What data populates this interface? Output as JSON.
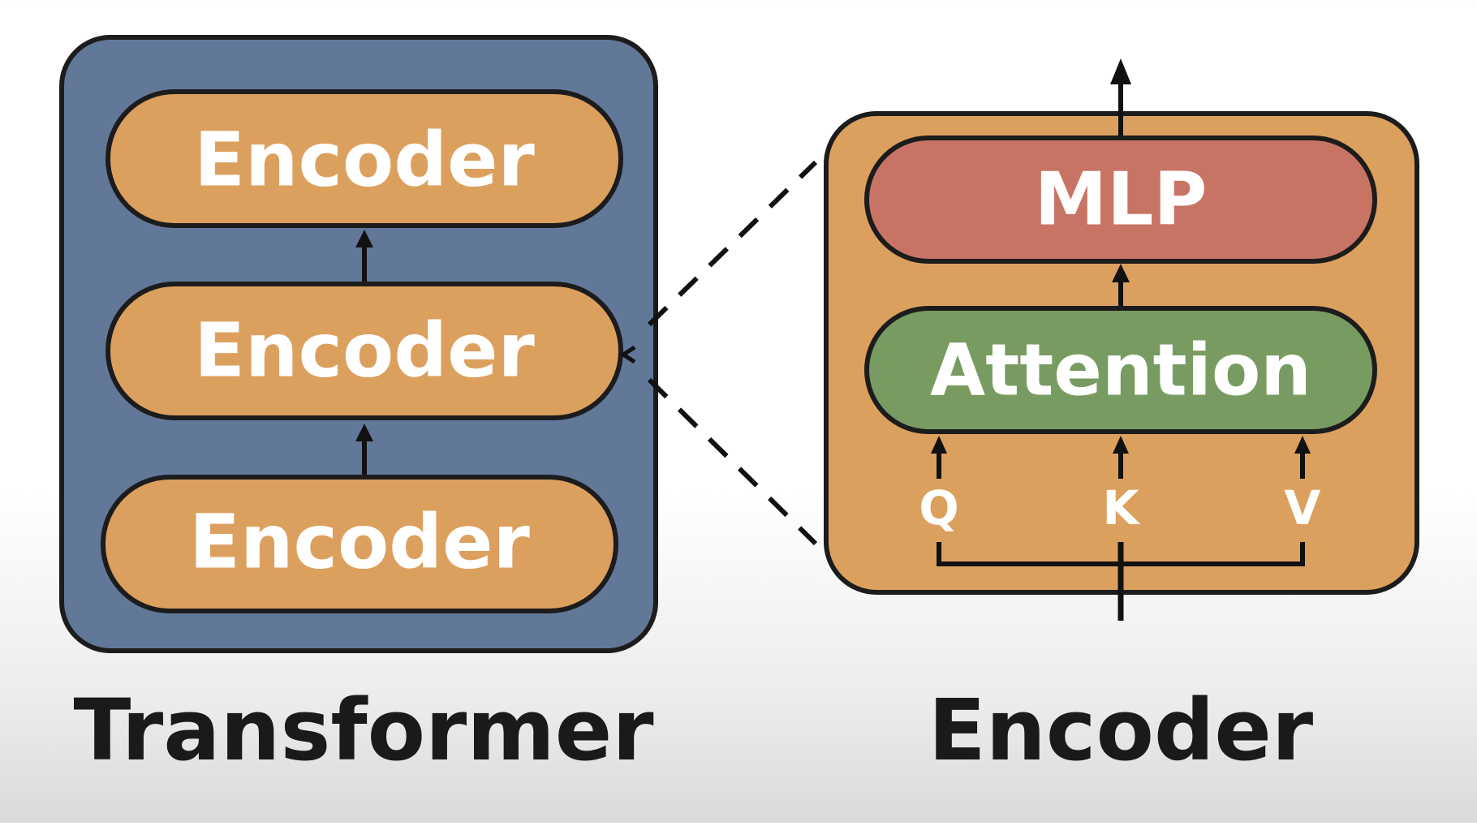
{
  "diagram": {
    "transformer": {
      "caption": "Transformer",
      "encoders": [
        "Encoder",
        "Encoder",
        "Encoder"
      ],
      "background_color": "#627899"
    },
    "encoder_detail": {
      "caption": "Encoder",
      "mlp_label": "MLP",
      "attention_label": "Attention",
      "inputs": [
        "Q",
        "K",
        "V"
      ],
      "background_color": "#dca05e"
    },
    "colors": {
      "encoder_pill": "#dca05e",
      "mlp_pill": "#c87465",
      "attention_pill": "#789b61",
      "outline": "#1c1c1c"
    }
  }
}
